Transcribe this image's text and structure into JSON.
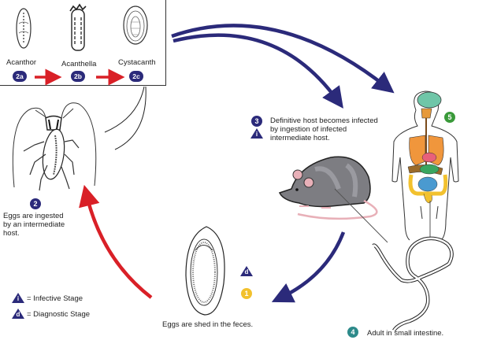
{
  "colors": {
    "navy": "#2b2a7a",
    "red": "#d92027",
    "teal": "#2d8a8a",
    "green": "#3a9a3a",
    "yellow": "#f2c12e"
  },
  "stages_box": {
    "items": [
      {
        "label": "Acanthor",
        "badge": "2a"
      },
      {
        "label": "Acanthella",
        "badge": "2b"
      },
      {
        "label": "Cystacanth",
        "badge": "2c"
      }
    ]
  },
  "step2": {
    "badge": "2",
    "text_lines": [
      "Eggs are ingested",
      "by an intermediate",
      "host."
    ]
  },
  "step3": {
    "badge": "3",
    "infective_mark": "i",
    "text_lines": [
      "Definitive host becomes infected",
      "by ingestion of infected",
      "intermediate host."
    ]
  },
  "step4": {
    "badge": "4",
    "text": "Adult in small intestine."
  },
  "step5": {
    "badge": "5"
  },
  "step1": {
    "badge": "1",
    "diagnostic_mark": "d",
    "text": "Eggs are shed in the feces."
  },
  "legend": {
    "items": [
      {
        "mark": "i",
        "text": "= Infective Stage"
      },
      {
        "mark": "d",
        "text": "= Diagnostic Stage"
      }
    ]
  },
  "icons": {
    "intermediate_host": "cockroach-icon",
    "definitive_host": "rat-icon",
    "human": "human-anatomy-icon",
    "egg": "egg-icon",
    "adult_worm": "worm-icon"
  }
}
